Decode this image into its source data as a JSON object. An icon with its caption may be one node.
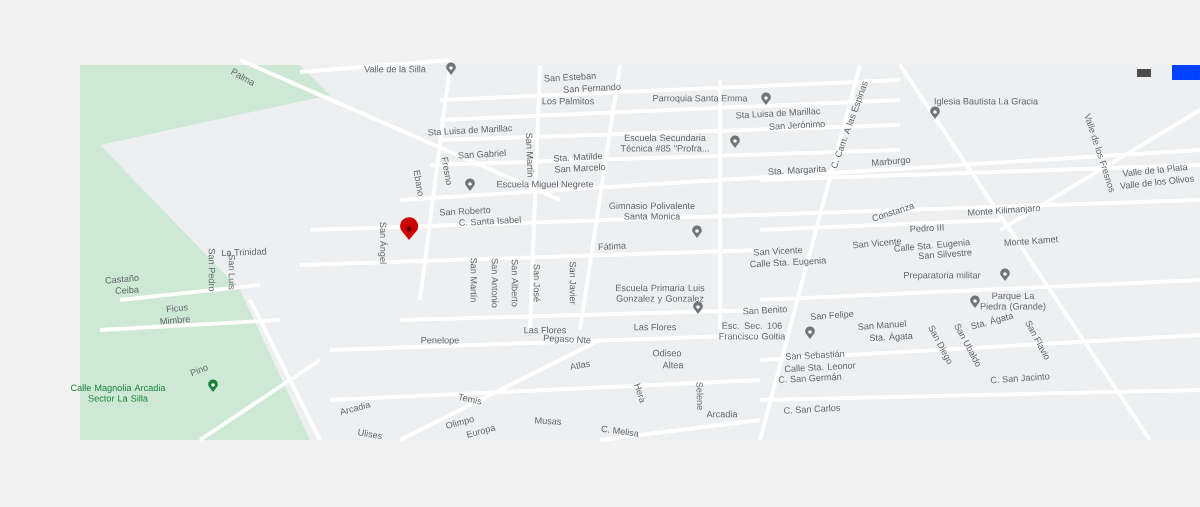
{
  "diagram": {
    "labels": [
      "Palma",
      "Valle de la Silla",
      "San Esteban",
      "San Fernando",
      "Los Palmitos",
      "Parroquia Santa Emma",
      "Iglesia Bautista La Gracia",
      "Sta Luisa de Marillac",
      "C. Cam. A las Espinas",
      "Sta Luisa de Marillac",
      "San Jerónimo",
      "San Martín",
      "Escuela Secundaria Técnica #85 \"Profra...",
      "San Gabriel",
      "Sta. Matilde",
      "Valle de los Fresnos",
      "San Marcelo",
      "Marburgo",
      "Fresno",
      "Sta. Margarita",
      "Valle de la Plata",
      "Ebano",
      "Escuela Miguel Negrete",
      "Valle de los Olivos",
      "San Roberto",
      "Gimnasio Polivalente Santa Monica",
      "Constanza",
      "Monte Kilimanjaro",
      "C. Santa Isabel",
      "Pedro III",
      "San Ángel",
      "Fátima",
      "San Vicente",
      "Calle Sta. Eugenia",
      "Monte Kamet",
      "La Trinidad",
      "San Vicente",
      "San Silvestre",
      "Calle Sta. Eugenia",
      "Castaño",
      "San Pedro",
      "San Luis",
      "San Martín",
      "San Antonio",
      "San Alberto",
      "San José",
      "San Javier",
      "Preparatoria militar",
      "Ceiba",
      "Escuela Primaria Luis Gonzalez y Gonzalez",
      "Parque La Piedra (Grande)",
      "Ficus",
      "San Benito",
      "Mimbre",
      "San Felipe",
      "Sta. Ágata",
      "Las Flores",
      "Las Flores",
      "Esc. Sec. 106 Francisco Goitia",
      "San Manuel",
      "Penelope",
      "Pegaso Nte",
      "Sta. Ágata",
      "San Diego",
      "San Ubaldo",
      "San Flavio",
      "Odiseo",
      "San Sebastián",
      "Pino",
      "Atlas",
      "Altea",
      "Calle Sta. Leonor",
      "C. San Germán",
      "C. San Jacinto",
      "Calle Magnolia Arcadia Sector La Silla",
      "Temis",
      "Hera",
      "Selene",
      "Arcadia",
      "Arcadia",
      "C. San Carlos",
      "Olimpo",
      "Musas",
      "Ulises",
      "Europa",
      "C. Melisa"
    ]
  }
}
